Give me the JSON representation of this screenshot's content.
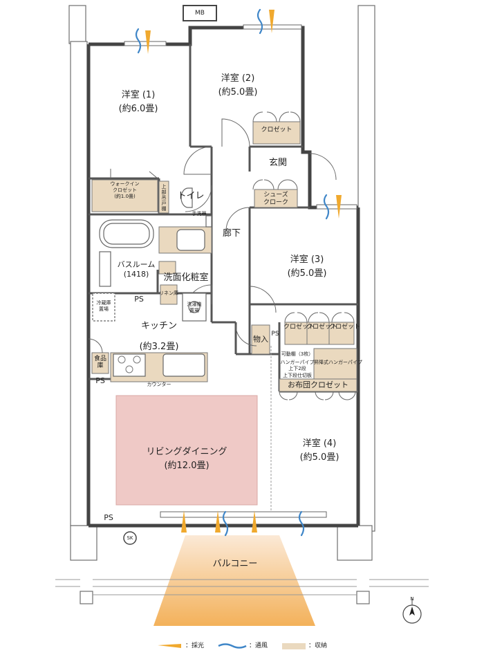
{
  "rooms": {
    "room1": {
      "name": "洋室 (1)",
      "size": "(約6.0畳)"
    },
    "room2": {
      "name": "洋室 (2)",
      "size": "(約5.0畳)"
    },
    "room3": {
      "name": "洋室 (3)",
      "size": "(約5.0畳)"
    },
    "room4": {
      "name": "洋室 (4)",
      "size": "(約5.0畳)"
    },
    "entrance": "玄関",
    "toilet": "トイレ",
    "corridor": "廊下",
    "bathroom": {
      "name": "バスルーム",
      "size": "(1418)"
    },
    "washroom": "洗面化粧室",
    "kitchen": {
      "name": "キッチン",
      "size": "(約3.2畳)"
    },
    "living": {
      "name": "リビングダイニング",
      "size": "(約12.0畳)"
    },
    "balcony": "バルコニー"
  },
  "storage": {
    "closet": "クロゼット",
    "walk_in": [
      "ウォークイン",
      "クロゼット",
      "(約1.0畳)"
    ],
    "shoes": [
      "シューズ",
      "クローク"
    ],
    "upper_cabinet": "上部吊戸棚",
    "hand_wash": "手洗器",
    "linen": "リネン庫",
    "washer": [
      "洗濯機",
      "置場"
    ],
    "fridge": [
      "冷蔵庫",
      "置場"
    ],
    "pantry": "食品庫",
    "storeroom": "物入",
    "futon_closet": "お布団クロゼット",
    "movable_shelf": "可動棚（3枚）",
    "hanger_pipe": [
      "ハンガーパイプ",
      "上下2段"
    ],
    "split_shelf": "上下段仕切板",
    "lifting_pipe": "昇降式ハンガーパイプ",
    "counter": "カウンター"
  },
  "labels": {
    "ps": "PS",
    "mb": "MB",
    "sk": "SK",
    "compass": "N"
  },
  "legend": [
    {
      "icon": "sunlight-icon",
      "label": "：採光"
    },
    {
      "icon": "ventilation-icon",
      "label": "：通風"
    },
    {
      "icon": "storage-swatch-icon",
      "label": "：収納"
    }
  ],
  "colors": {
    "wall": "#777777",
    "storage": "#ead9bf",
    "living_floor": "#efc9c6",
    "light": "#f0a92e",
    "wind": "#3f86c8"
  }
}
